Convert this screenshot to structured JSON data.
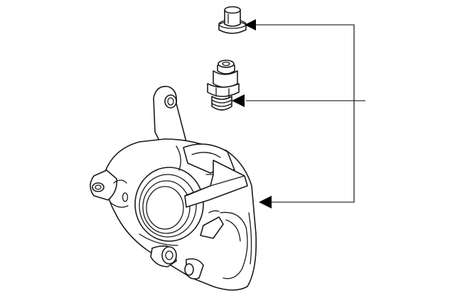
{
  "diagram": {
    "type": "exploded-parts-diagram",
    "parts": [
      {
        "id": "bleeder-cap",
        "icon": "bleeder-cap-drawing"
      },
      {
        "id": "bleeder-screw",
        "icon": "bleeder-screw-drawing"
      },
      {
        "id": "brake-caliper",
        "icon": "brake-caliper-drawing"
      }
    ],
    "callouts": [
      {
        "points_to": "bleeder-cap"
      },
      {
        "points_to": "bleeder-screw"
      },
      {
        "points_to": "brake-caliper"
      }
    ],
    "colors": {
      "line": "#1a1a1a",
      "background": "#ffffff",
      "arrow": "#000000"
    }
  }
}
